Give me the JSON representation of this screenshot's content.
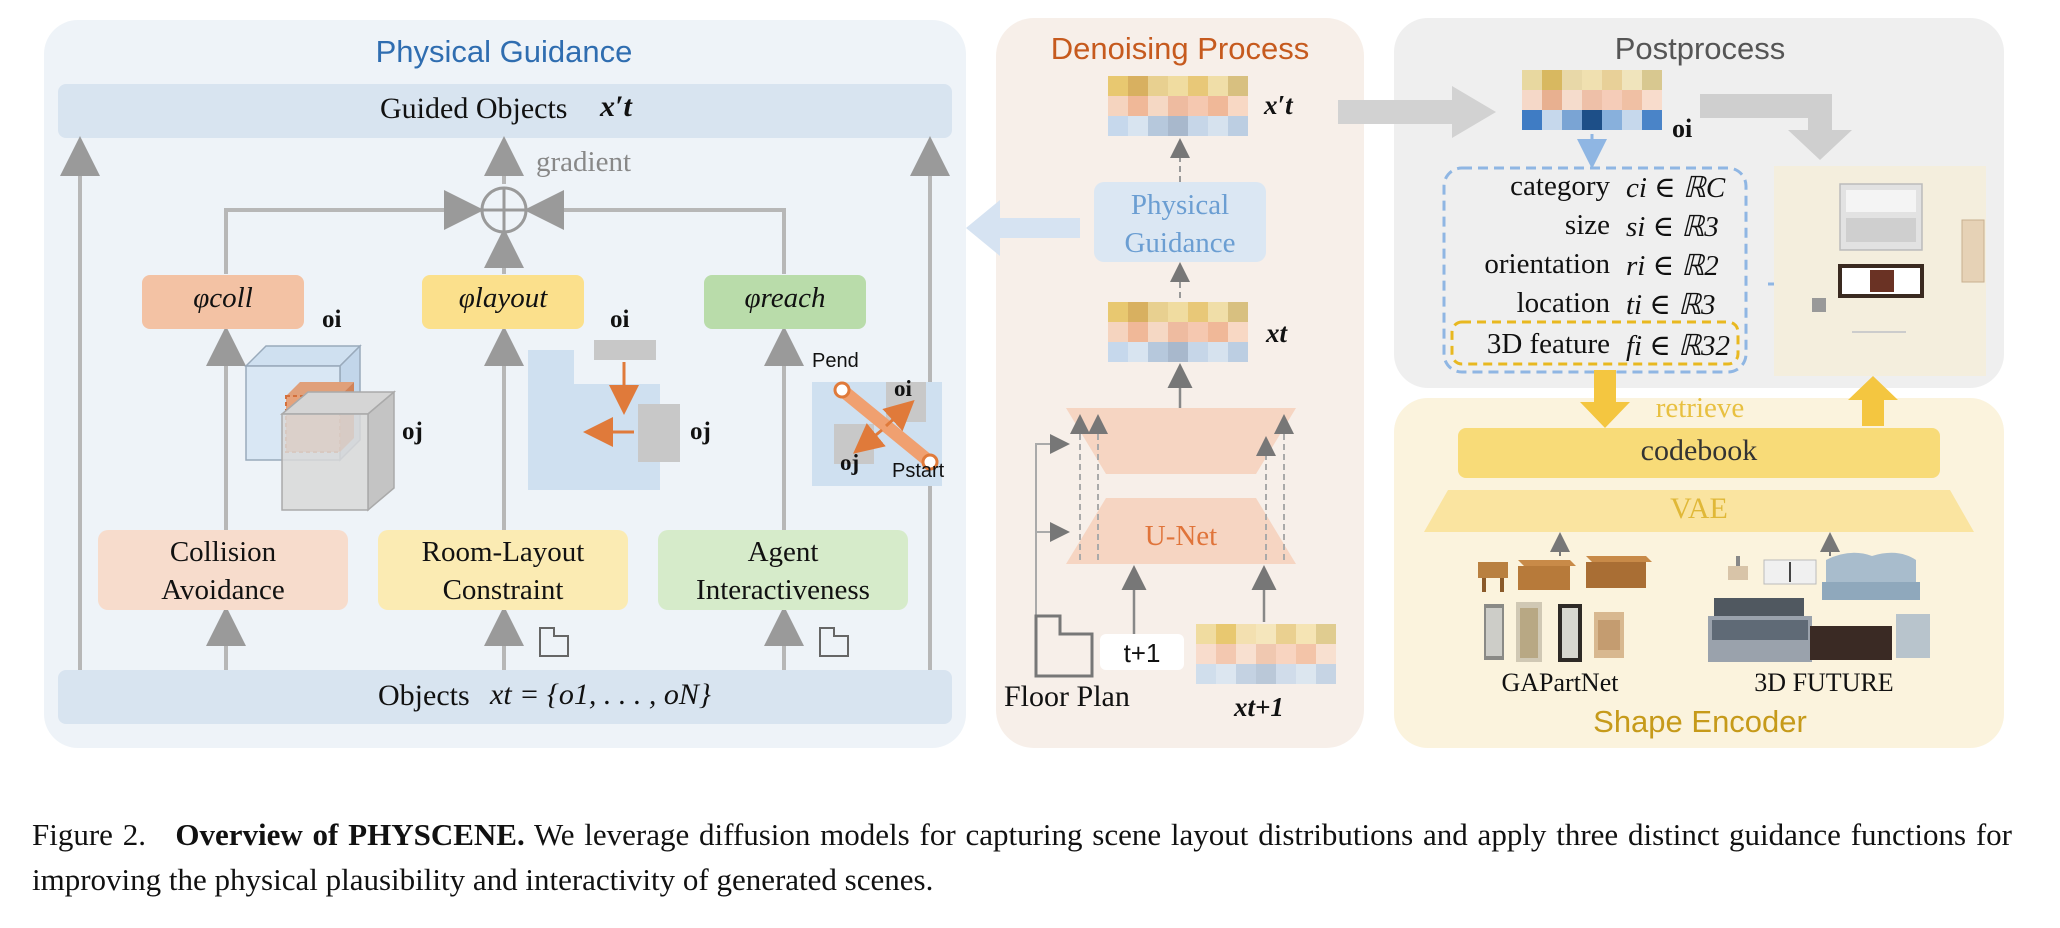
{
  "physical_guidance": {
    "title": "Physical Guidance",
    "guided_objects_label": "Guided Objects",
    "guided_objects_math": "x′t",
    "gradient_label": "gradient",
    "phi_coll": "φcoll",
    "phi_layout": "φlayout",
    "phi_reach": "φreach",
    "collision_line1": "Collision",
    "collision_line2": "Avoidance",
    "layout_line1": "Room-Layout",
    "layout_line2": "Constraint",
    "agent_line1": "Agent",
    "agent_line2": "Interactiveness",
    "objects_label": "Objects",
    "objects_math": "xt = {o1, . . . , oN}",
    "obj_i": "oi",
    "obj_j": "oj",
    "p_end": "Pend",
    "p_start": "Pstart"
  },
  "denoising": {
    "title": "Denoising Process",
    "guided_math": "x′t",
    "physical_guidance_line1": "Physical",
    "physical_guidance_line2": "Guidance",
    "xt_math": "xt",
    "unet_label": "U-Net",
    "t_plus_1": "t+1",
    "floor_plan": "Floor Plan",
    "xt1_math": "xt+1"
  },
  "postprocess": {
    "title": "Postprocess",
    "oi_math": "oi",
    "attributes": [
      {
        "name": "category",
        "math": "ci ∈ ℝC"
      },
      {
        "name": "size",
        "math": "si ∈ ℝ3"
      },
      {
        "name": "orientation",
        "math": "ri ∈ ℝ2"
      },
      {
        "name": "location",
        "math": "ti ∈ ℝ3"
      },
      {
        "name": "3D feature",
        "math": "fi ∈ ℝ32"
      }
    ]
  },
  "shape_encoder": {
    "title": "Shape Encoder",
    "retrieve": "retrieve",
    "codebook": "codebook",
    "vae": "VAE",
    "dataset1": "GAPartNet",
    "dataset2": "3D FUTURE"
  },
  "caption": {
    "fig_label": "Figure 2.",
    "bold": "Overview of PHYSCENE.",
    "text": "We leverage diffusion models for capturing scene layout distributions and apply three distinct guidance functions for improving the physical plausibility and interactivity of generated scenes."
  },
  "colors": {
    "blue_title": "#2f6db0",
    "orange_title": "#c65a1e",
    "gold_title": "#c69a1a",
    "panel_blue": "#eef3f8",
    "panel_orange": "#f7efe9",
    "panel_gray": "#efefef",
    "panel_yellow": "#fbf3dd"
  }
}
